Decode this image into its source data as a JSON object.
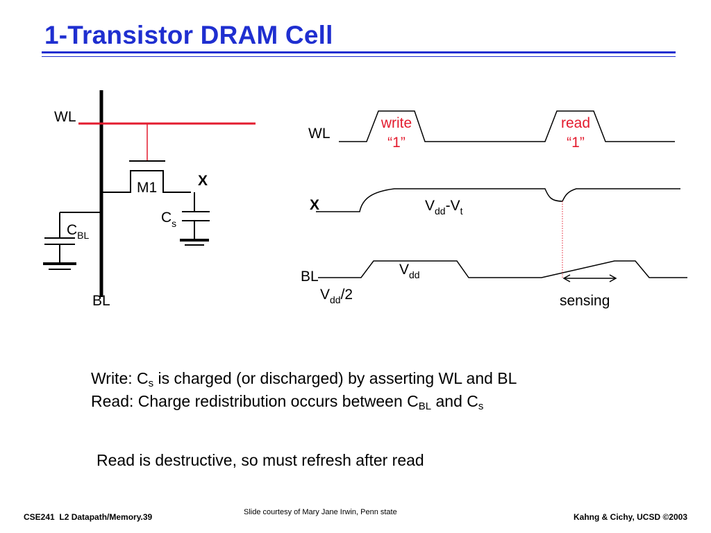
{
  "title": "1-Transistor DRAM Cell",
  "circuit": {
    "wl_label": "WL",
    "bl_label": "BL",
    "m1_label": "M1",
    "x_label": "X",
    "cs_label": {
      "main": "C",
      "sub": "s"
    },
    "cbl_label": {
      "main": "C",
      "sub": "BL"
    }
  },
  "timing": {
    "wl_label": "WL",
    "x_label": "X",
    "bl_label": "BL",
    "write_annotation": [
      "write",
      "“1”"
    ],
    "read_annotation": [
      "read",
      "“1”"
    ],
    "x_level": {
      "main": "V",
      "sub": "dd",
      "suffix": "-V",
      "suffix_sub": "t"
    },
    "bl_high": {
      "main": "V",
      "sub": "dd"
    },
    "bl_precharge": {
      "main": "V",
      "sub": "dd",
      "suffix": "/2"
    },
    "sensing_label": "sensing"
  },
  "body": {
    "write_line": {
      "prefix": "Write: C",
      "sub": "s",
      "suffix": " is charged (or discharged) by asserting WL and BL"
    },
    "read_line": {
      "prefix": "Read: Charge redistribution occurs between C",
      "sub1": "BL",
      "middle": " and C",
      "sub2": "s"
    },
    "note": "Read is destructive, so must refresh after read"
  },
  "footer": {
    "left": "CSE241  L2 Datapath/Memory.39",
    "middle": "Slide courtesy of Mary Jane Irwin, Penn state",
    "right": "Kahng & Cichy, UCSD ©2003"
  },
  "colors": {
    "title": "#1f2fd0",
    "accent": "#e31b2e",
    "ink": "#000000"
  }
}
